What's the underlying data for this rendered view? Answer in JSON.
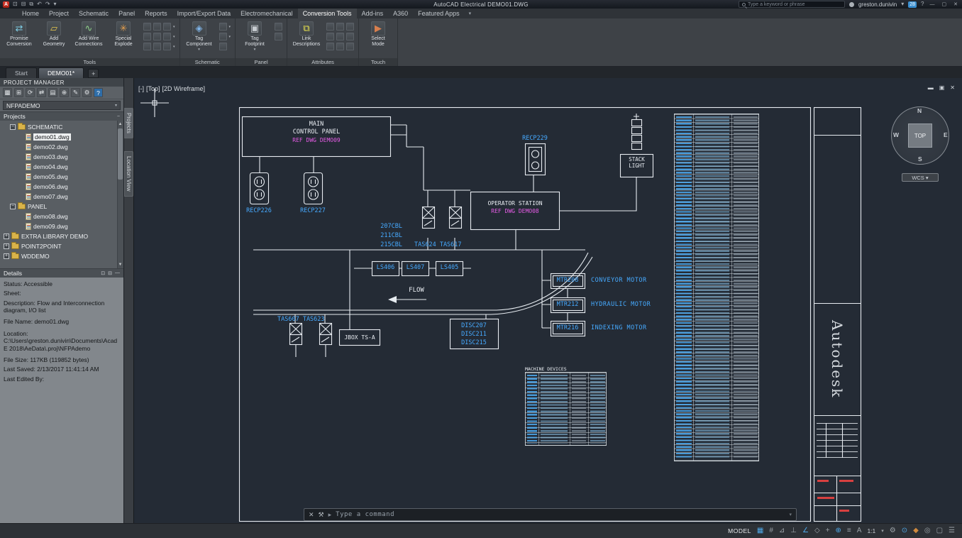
{
  "titlebar": {
    "logo_letter": "A",
    "quick_icons": [
      "⊡",
      "⊟",
      "⧉",
      "↶",
      "↷",
      "▾"
    ],
    "title": "AutoCAD Electrical   DEMO01.DWG",
    "search_placeholder": "Type a keyword or phrase",
    "user_name": "greston.dunivin",
    "user_caret": "▾",
    "badge": "28",
    "help": "?",
    "win": [
      "—",
      "▢",
      "✕"
    ]
  },
  "menubar": {
    "tabs": [
      "Home",
      "Project",
      "Schematic",
      "Panel",
      "Reports",
      "Import/Export Data",
      "Electromechanical",
      "Conversion Tools",
      "Add-ins",
      "A360",
      "Featured Apps"
    ],
    "overflow": "▾"
  },
  "ribbon": {
    "caret": "▾",
    "groups": [
      {
        "label": "Tools"
      },
      {
        "label": "Schematic"
      },
      {
        "label": "Panel"
      },
      {
        "label": "Attributes"
      },
      {
        "label": "Touch"
      }
    ],
    "buttons": {
      "promise_conversion": "Promise\nConversion",
      "add_geometry": "Add\nGeometry",
      "add_wire": "Add Wire\nConnections",
      "special_explode": "Special\nExplode",
      "tag_component": "Tag\nComponent",
      "tag_footprint": "Tag\nFootprint",
      "link_descriptions": "Link\nDescriptions",
      "select_mode": "Select\nMode"
    },
    "icons": {
      "promise": "⇄",
      "geometry": "▱",
      "wire": "∿",
      "explode": "✳",
      "tag": "◈",
      "footprint": "▣",
      "link": "⧉",
      "select": "▶"
    }
  },
  "file_tabs": {
    "start": "Start",
    "demo": "DEMO01*",
    "add": "+"
  },
  "pm": {
    "title": "PROJECT MANAGER",
    "toolbar": [
      "▩",
      "⊞",
      "⟳",
      "⇄",
      "▤",
      "⊕",
      "✎",
      "⚙",
      "?"
    ],
    "combo": "NFPADEMO",
    "combo_caret": "▾",
    "projects_header": "Projects",
    "collapse": "−",
    "details_header": "Details",
    "details_icons": [
      "⊡",
      "⊟",
      "—"
    ],
    "tree": [
      {
        "exp": "−",
        "label": "SCHEMATIC"
      },
      {
        "label": "demo01.dwg"
      },
      {
        "label": "demo02.dwg"
      },
      {
        "label": "demo03.dwg"
      },
      {
        "label": "demo04.dwg"
      },
      {
        "label": "demo05.dwg"
      },
      {
        "label": "demo06.dwg"
      },
      {
        "label": "demo07.dwg"
      },
      {
        "exp": "−",
        "label": "PANEL"
      },
      {
        "label": "demo08.dwg"
      },
      {
        "label": "demo09.dwg"
      },
      {
        "exp": "+",
        "label": "EXTRA LIBRARY DEMO"
      },
      {
        "exp": "+",
        "label": "POINT2POINT"
      },
      {
        "exp": "+",
        "label": "WDDEMO"
      }
    ],
    "scroll_up": "▲",
    "scroll_down": "▼",
    "details": [
      "Status: Accessible",
      "Sheet:",
      "Description: Flow and Interconnection diagram, I/O list",
      "File Name: demo01.dwg",
      "Location: C:\\Users\\greston.dunivin\\Documents\\AcadE 2018\\AeData\\.proj\\NFPAdemo",
      "File Size: 117KB (119852 bytes)",
      "Last Saved: 2/13/2017 11:41:14 AM",
      "Last Edited By:"
    ],
    "side_tabs": [
      "Projects",
      "Location View"
    ]
  },
  "viewport": {
    "controls": [
      "[-]",
      "[Top]",
      "[2D Wireframe]"
    ],
    "win": [
      "▬",
      "▣",
      "✕"
    ]
  },
  "drawing": {
    "mcp_line1": "MAIN",
    "mcp_line2": "CONTROL PANEL",
    "mcp_ref": "REF DWG DEMO09",
    "recp226": "RECP226",
    "recp227": "RECP227",
    "recp229": "RECP229",
    "stack": "STACK\nLIGHT",
    "op": "OPERATOR STATION",
    "op_ref": "REF DWG DEMO08",
    "cbl1": "207CBL",
    "cbl2": "211CBL",
    "cbl3": "215CBL",
    "tas_top": "TAS624 TAS617",
    "ls1": "LS406",
    "ls2": "LS407",
    "ls3": "LS405",
    "flow": "FLOW",
    "tas_bot": "TAS607 TAS623",
    "jbox": "JBOX TS-A",
    "disc1": "DISC207",
    "disc2": "DISC211",
    "disc3": "DISC215",
    "mtr1": "MTR208",
    "mtr1_desc": "CONVEYOR MOTOR",
    "mtr2": "MTR212",
    "mtr2_desc": "HYDRAULIC MOTOR",
    "mtr3": "MTR216",
    "mtr3_desc": "INDEXING MOTOR",
    "machine_title": "MACHINE DEVICES",
    "autodesk": "Autodesk"
  },
  "viewcube": {
    "n": "N",
    "s": "S",
    "e": "E",
    "w": "W",
    "top": "TOP",
    "wcs": "WCS ▾"
  },
  "command": {
    "close": "✕",
    "tools": "⚒",
    "prompt": "▸",
    "placeholder": "Type a command",
    "caret": "▾"
  },
  "statusbar": {
    "model": "MODEL",
    "left": [
      "▦",
      "#",
      "⊿",
      "⊥",
      "∠",
      "◇",
      "+",
      "⊕",
      "≡"
    ],
    "annotation": "A",
    "scale": "1:1",
    "caret": "▾",
    "right": [
      "⚙",
      "⊙",
      "◆",
      "◎",
      "▢",
      "☰"
    ]
  },
  "colors": {
    "accent_blue": "#46aaff",
    "magenta": "#e65ce6",
    "line": "#e9edf2",
    "canvas_bg": "#242b35"
  }
}
